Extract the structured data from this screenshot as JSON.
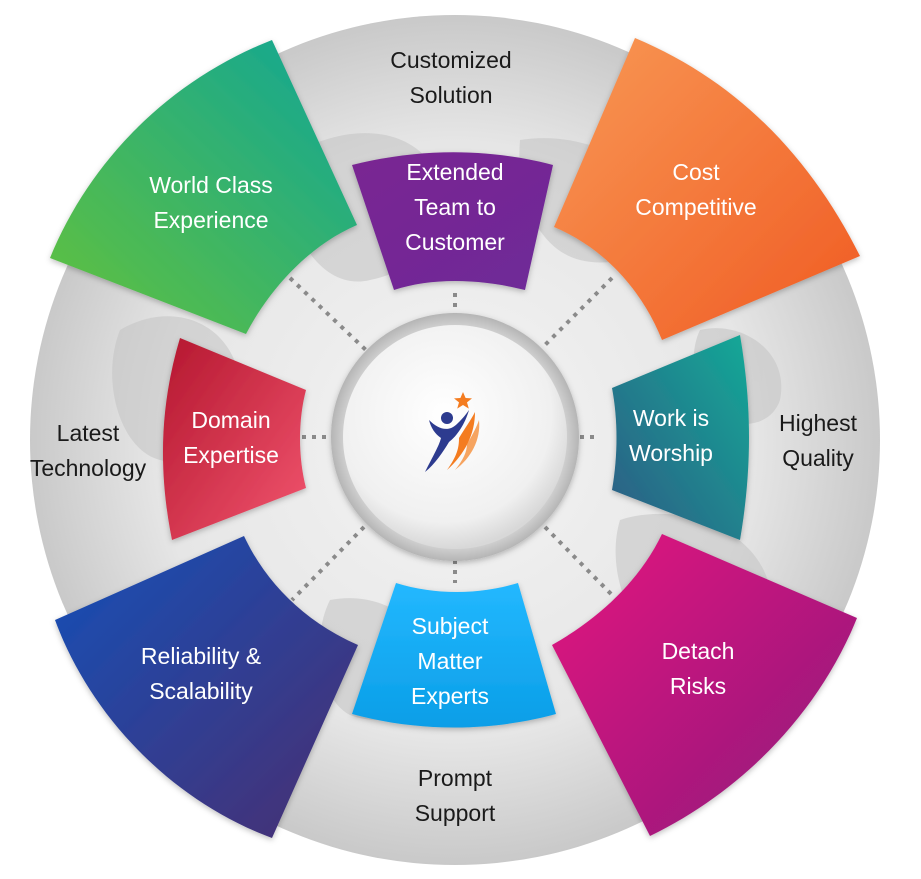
{
  "center": {
    "logo_icon": "star-person-logo-icon"
  },
  "outer_segments": [
    {
      "id": "world-class",
      "lines": [
        "World Class",
        "Experience"
      ],
      "colors": [
        "#5ec040",
        "#14a889"
      ]
    },
    {
      "id": "cost",
      "lines": [
        "Cost",
        "Competitive"
      ],
      "colors": [
        "#f7904a",
        "#f15a22"
      ]
    },
    {
      "id": "detach",
      "lines": [
        "Detach",
        "Risks"
      ],
      "colors": [
        "#e0147e",
        "#8e1c7d"
      ]
    },
    {
      "id": "reliability",
      "lines": [
        "Reliability &",
        "Scalability"
      ],
      "colors": [
        "#1a4fb4",
        "#463276"
      ]
    }
  ],
  "inner_segments": [
    {
      "id": "extended",
      "lines": [
        "Extended",
        "Team to",
        "Customer"
      ],
      "colors": [
        "#7b2490",
        "#7a2a9a"
      ]
    },
    {
      "id": "work",
      "lines": [
        "Work is",
        "Worship"
      ],
      "colors": [
        "#17a196",
        "#2a5f86"
      ]
    },
    {
      "id": "subject",
      "lines": [
        "Subject",
        "Matter",
        "Experts"
      ],
      "colors": [
        "#1bb4ff",
        "#0b9fe8"
      ]
    },
    {
      "id": "domain",
      "lines": [
        "Domain",
        "Expertise"
      ],
      "colors": [
        "#b51a36",
        "#f0506c"
      ]
    }
  ],
  "ring_labels": [
    {
      "id": "customized",
      "lines": [
        "Customized",
        "Solution"
      ]
    },
    {
      "id": "quality",
      "lines": [
        "Highest",
        "Quality"
      ]
    },
    {
      "id": "prompt",
      "lines": [
        "Prompt",
        "Support"
      ]
    },
    {
      "id": "latest",
      "lines": [
        "Latest",
        "Technology"
      ]
    }
  ]
}
